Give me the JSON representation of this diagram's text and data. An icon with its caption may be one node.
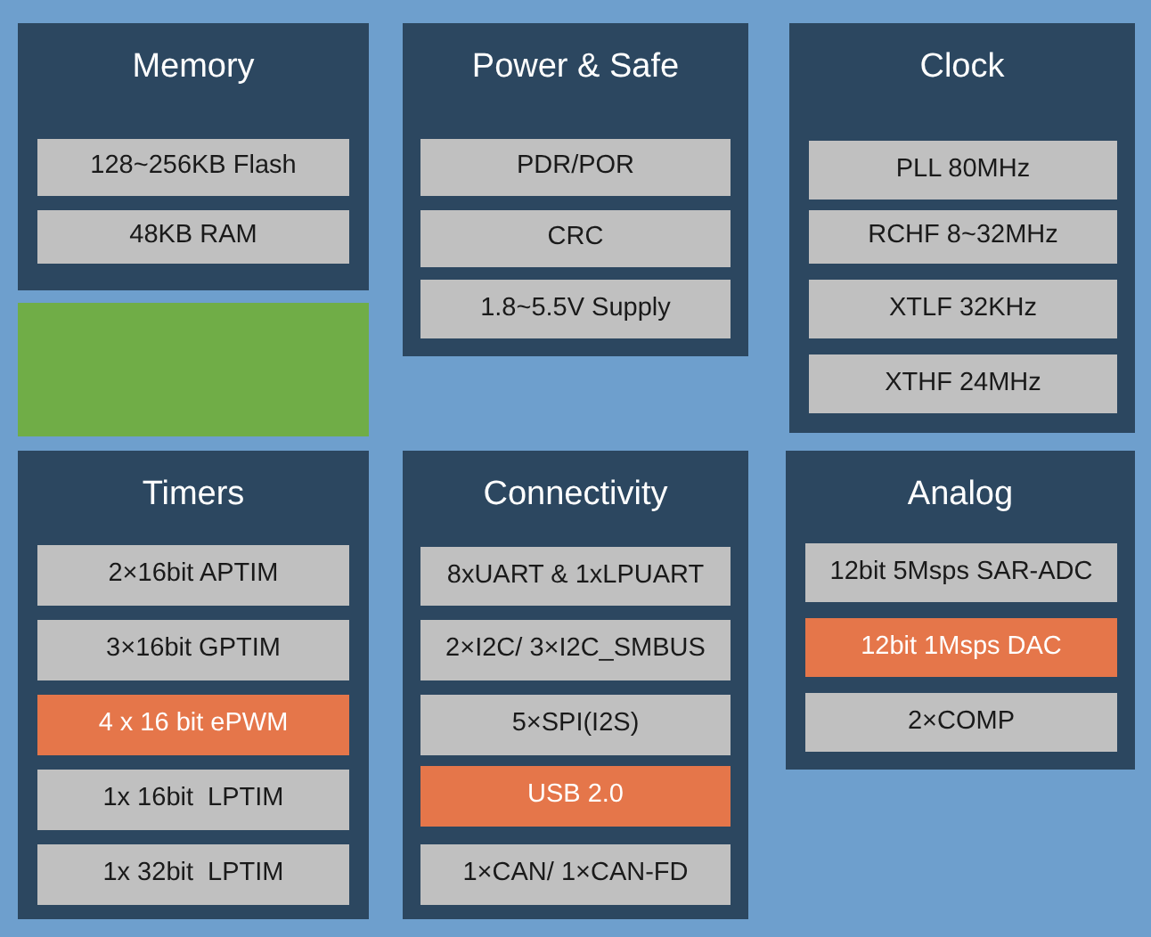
{
  "diagram": {
    "nodes": [
      {
        "text": [
          "Memory"
        ]
      },
      {
        "text": [
          "128~256KB Flash"
        ],
        "in": 0
      },
      {
        "text": [
          "48KB RAM"
        ],
        "in": 0
      },
      {
        "text": [
          "Power & Safe"
        ]
      },
      {
        "text": [
          "PDR/POR"
        ],
        "in": 3
      },
      {
        "text": [
          "CRC"
        ],
        "in": 3
      },
      {
        "text": [
          "1.8~5.5V Supply"
        ],
        "in": 3
      },
      {
        "text": [
          "Clock"
        ]
      },
      {
        "text": [
          "PLL 80MHz"
        ],
        "in": 7
      },
      {
        "text": [
          "RCHF 8~32MHz"
        ],
        "in": 7
      },
      {
        "text": [
          "XTLF 32KHz"
        ],
        "in": 7
      },
      {
        "text": [
          "XTHF 24MHz"
        ],
        "in": 7
      },
      {
        "text": [],
        "shape": "box"
      },
      {
        "text": [
          "Timers"
        ]
      },
      {
        "text": [
          "2×16bit APTIM"
        ],
        "in": 13
      },
      {
        "text": [
          "3×16bit GPTIM"
        ],
        "in": 13
      },
      {
        "text": [
          "4 x 16 bit ePWM"
        ],
        "in": 13
      },
      {
        "text": [
          "1x 16bit  LPTIM"
        ],
        "in": 13
      },
      {
        "text": [
          "1x 32bit  LPTIM"
        ],
        "in": 13
      },
      {
        "text": [
          "Connectivity"
        ]
      },
      {
        "text": [
          "8xUART & 1xLPUART"
        ],
        "in": 19
      },
      {
        "text": [
          "2×I2C/ 3×I2C_SMBUS"
        ],
        "in": 19
      },
      {
        "text": [
          "5×SPI(I2S)"
        ],
        "in": 19
      },
      {
        "text": [
          "USB 2.0"
        ],
        "in": 19
      },
      {
        "text": [
          "1×CAN/ 1×CAN-FD"
        ],
        "in": 19
      },
      {
        "text": [
          "Analog"
        ]
      },
      {
        "text": [
          "12bit 5Msps SAR-ADC"
        ],
        "in": 25
      },
      {
        "text": [
          "12bit 1Msps DAC"
        ],
        "in": 25
      },
      {
        "text": [
          "2×COMP"
        ],
        "in": 25
      }
    ]
  }
}
